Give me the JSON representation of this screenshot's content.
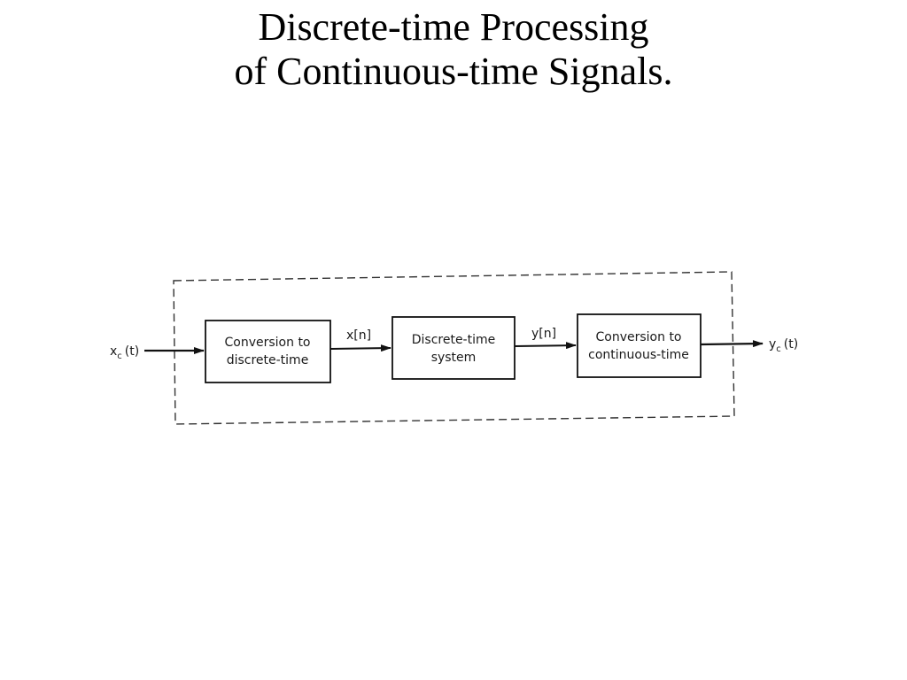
{
  "slide": {
    "title_line1": "Discrete-time Processing",
    "title_line2": "of Continuous-time Signals."
  },
  "diagram": {
    "input_signal": {
      "base": "x",
      "subscript": "c",
      "arg": "(t)"
    },
    "output_signal": {
      "base": "y",
      "subscript": "c",
      "arg": "(t)"
    },
    "blocks": [
      {
        "line1": "Conversion to",
        "line2": "discrete-time"
      },
      {
        "line1": "Discrete-time",
        "line2": "system"
      },
      {
        "line1": "Conversion to",
        "line2": "continuous-time"
      }
    ],
    "intermediate_signals": [
      "x[n]",
      "y[n]"
    ]
  }
}
